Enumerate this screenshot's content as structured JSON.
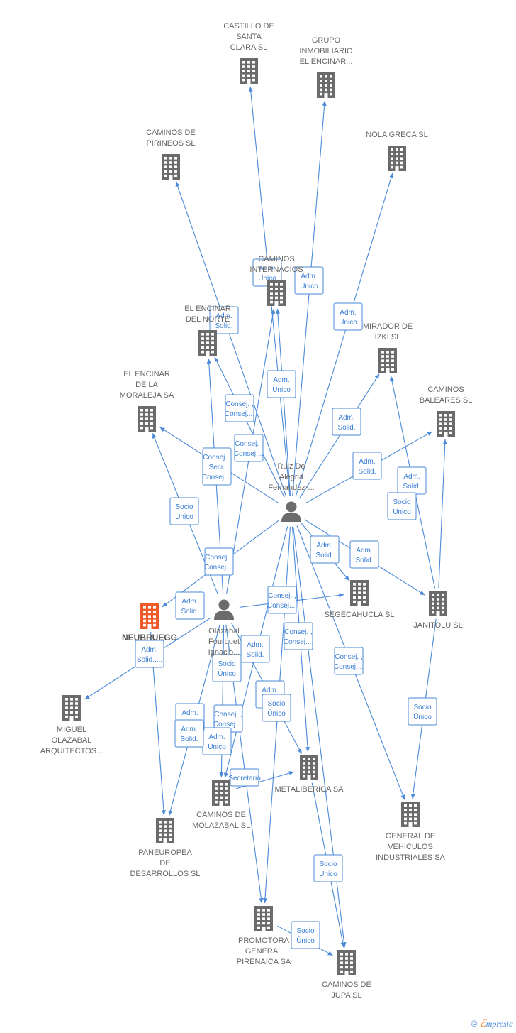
{
  "colors": {
    "edge": "#4a8ad8",
    "node": "#6b6b6b",
    "highlight": "#f05a28",
    "label": "#666666"
  },
  "nodes": [
    {
      "id": "castillo",
      "type": "company",
      "icon": "building-icon",
      "lines": [
        "CASTILLO DE",
        "SANTA",
        "CLARA SL"
      ]
    },
    {
      "id": "grupo",
      "type": "company",
      "icon": "building-icon",
      "lines": [
        "GRUPO",
        "INMOBILIARIO",
        "EL ENCINAR..."
      ]
    },
    {
      "id": "pirineos",
      "type": "company",
      "icon": "building-icon",
      "lines": [
        "CAMINOS DE",
        "PIRINEOS SL"
      ]
    },
    {
      "id": "nola",
      "type": "company",
      "icon": "building-icon",
      "lines": [
        "NOLA GRECA SL"
      ]
    },
    {
      "id": "caminos_int",
      "type": "company",
      "icon": "building-icon",
      "lines": [
        "CAMINOS",
        "INTERNACIOS"
      ]
    },
    {
      "id": "encinar_norte",
      "type": "company",
      "icon": "building-icon",
      "lines": [
        "EL ENCINAR",
        "DEL NORTE"
      ]
    },
    {
      "id": "mirador",
      "type": "company",
      "icon": "building-icon",
      "lines": [
        "MIRADOR DE",
        "IZKI  SL"
      ]
    },
    {
      "id": "encinar_moraleja",
      "type": "company",
      "icon": "building-icon",
      "lines": [
        "EL ENCINAR",
        "DE LA",
        "MORALEJA SA"
      ]
    },
    {
      "id": "baleares",
      "type": "company",
      "icon": "building-icon",
      "lines": [
        "CAMINOS",
        "BALEARES SL"
      ]
    },
    {
      "id": "ruiz",
      "type": "person",
      "icon": "person-icon",
      "lines": [
        "Ruiz De",
        "Alegria",
        "Fernandez-..."
      ]
    },
    {
      "id": "segecahucla",
      "type": "company",
      "icon": "building-icon",
      "lines": [
        "SEGECAHUCLA SL"
      ]
    },
    {
      "id": "janitolu",
      "type": "company",
      "icon": "building-icon",
      "lines": [
        "JANITOLU SL"
      ]
    },
    {
      "id": "neubruegg",
      "type": "company",
      "icon": "building-icon",
      "highlight": true,
      "lines": [
        "NEUBRUEGG"
      ]
    },
    {
      "id": "olazabal",
      "type": "person",
      "icon": "person-icon",
      "lines": [
        "Olazabal",
        "Fourquet",
        "Ignacio..."
      ]
    },
    {
      "id": "miguel",
      "type": "company",
      "icon": "building-icon",
      "lines": [
        "MIGUEL",
        "OLAZABAL",
        "ARQUITECTOS..."
      ]
    },
    {
      "id": "metaliberica",
      "type": "company",
      "icon": "building-icon",
      "lines": [
        "METALIBERICA SA"
      ]
    },
    {
      "id": "molazabal",
      "type": "company",
      "icon": "building-icon",
      "lines": [
        "CAMINOS DE",
        "MOLAZABAL  SL"
      ]
    },
    {
      "id": "gen_vehiculos",
      "type": "company",
      "icon": "building-icon",
      "lines": [
        "GENERAL DE",
        "VEHICULOS",
        "INDUSTRIALES SA"
      ]
    },
    {
      "id": "paneuropea",
      "type": "company",
      "icon": "building-icon",
      "lines": [
        "PANEUROPEA",
        "DE",
        "DESARROLLOS SL"
      ]
    },
    {
      "id": "promotora",
      "type": "company",
      "icon": "building-icon",
      "lines": [
        "PROMOTORA",
        "GENERAL",
        "PIRENAICA SA"
      ]
    },
    {
      "id": "jupa",
      "type": "company",
      "icon": "building-icon",
      "lines": [
        "CAMINOS DE",
        "JUPA SL"
      ]
    }
  ],
  "edges": [
    {
      "from": "ruiz",
      "to": "castillo",
      "label": [
        "Adm.",
        "Unico"
      ]
    },
    {
      "from": "ruiz",
      "to": "grupo",
      "label": [
        "Adm.",
        "Unico"
      ]
    },
    {
      "from": "ruiz",
      "to": "pirineos",
      "label": [
        "Adm.",
        "Solid."
      ]
    },
    {
      "from": "ruiz",
      "to": "nola",
      "label": [
        "Adm.",
        "Unico"
      ]
    },
    {
      "from": "ruiz",
      "to": "caminos_int",
      "label": [
        "Adm.",
        "Unico"
      ]
    },
    {
      "from": "ruiz",
      "to": "encinar_norte",
      "label": [
        "Consej. ,",
        "Consej...."
      ]
    },
    {
      "from": "ruiz",
      "to": "mirador",
      "label": [
        "Adm.",
        "Solid."
      ]
    },
    {
      "from": "ruiz",
      "to": "encinar_moraleja",
      "label": [
        "Consej. ,",
        "Secr.",
        "Consej...."
      ]
    },
    {
      "from": "ruiz",
      "to": "baleares",
      "label": [
        "Adm.",
        "Solid."
      ]
    },
    {
      "from": "ruiz",
      "to": "segecahucla",
      "label": [
        "Adm.",
        "Solid."
      ]
    },
    {
      "from": "ruiz",
      "to": "janitolu",
      "label": [
        "Adm.",
        "Solid."
      ]
    },
    {
      "from": "ruiz",
      "to": "neubruegg",
      "label": [
        "Adm.",
        "Solid."
      ]
    },
    {
      "from": "ruiz",
      "to": "metaliberica",
      "label": [
        "Consej. ,",
        "Consej...."
      ]
    },
    {
      "from": "ruiz",
      "to": "gen_vehiculos",
      "label": [
        "Consej. ,",
        "Consej...."
      ]
    },
    {
      "from": "ruiz",
      "to": "promotora",
      "label": [
        "Consej. ,",
        "Consej...."
      ]
    },
    {
      "from": "ruiz",
      "to": "jupa",
      "label": [
        "Adm.",
        "Unico"
      ]
    },
    {
      "from": "ruiz",
      "to": "molazabal",
      "label": [
        "Consej. ,",
        "Consej...."
      ]
    },
    {
      "from": "olazabal",
      "to": "caminos_int",
      "label": [
        "Socio",
        "Único"
      ]
    },
    {
      "from": "olazabal",
      "to": "encinar_norte",
      "label": [
        "Consej. ,",
        "Consej...."
      ]
    },
    {
      "from": "olazabal",
      "to": "encinar_moraleja",
      "label": [
        "Consej. ,",
        "Consej...."
      ]
    },
    {
      "from": "olazabal",
      "to": "segecahucla",
      "label": [
        "Adm.",
        "Solid.,..."
      ]
    },
    {
      "from": "olazabal",
      "to": "miguel",
      "label": [
        "Adm.",
        "Unico,..."
      ]
    },
    {
      "from": "olazabal",
      "to": "paneuropea",
      "label": [
        "Socio",
        "Único"
      ]
    },
    {
      "from": "olazabal",
      "to": "molazabal",
      "label": [
        "Adm.",
        "Solid."
      ]
    },
    {
      "from": "olazabal",
      "to": "metaliberica",
      "label": [
        "Adm.",
        "Solid."
      ]
    },
    {
      "from": "olazabal",
      "to": "promotora",
      "label": [
        "Adm.",
        "Solid."
      ]
    },
    {
      "from": "neubruegg",
      "to": "paneuropea",
      "label": [
        "Adm.",
        "Solid."
      ]
    },
    {
      "from": "janitolu",
      "to": "baleares",
      "label": [
        "Socio",
        "Único"
      ]
    },
    {
      "from": "janitolu",
      "to": "mirador",
      "label": [
        "Socio",
        "Único"
      ]
    },
    {
      "from": "janitolu",
      "to": "gen_vehiculos",
      "label": [
        "Socio",
        "Único"
      ]
    },
    {
      "from": "metaliberica",
      "to": "jupa",
      "label": [
        "Socio",
        "Único"
      ]
    },
    {
      "from": "promotora",
      "to": "jupa",
      "label": [
        "Socio",
        "Único"
      ]
    },
    {
      "from": "molazabal",
      "to": "metaliberica",
      "label": [
        "Secretario"
      ]
    }
  ],
  "footer": {
    "copyright": "©",
    "brand_e": "ℰ",
    "brand_rest": "mpresia"
  }
}
